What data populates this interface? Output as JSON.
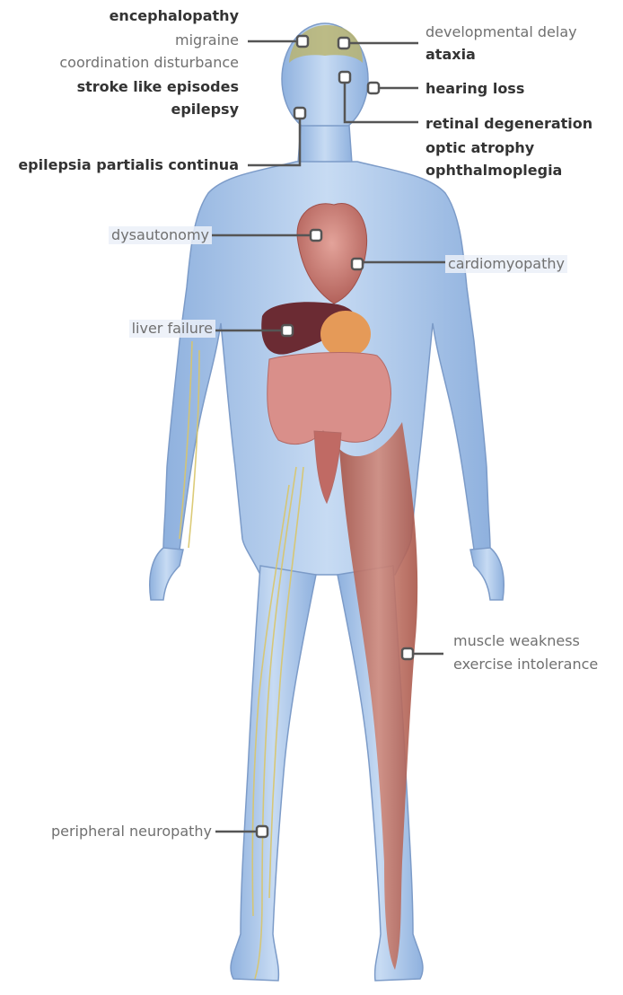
{
  "diagram": {
    "colors": {
      "body": "#a9c6ea",
      "body_edge": "#7c9bc8",
      "heart": "#c77a72",
      "liver": "#6b2b33",
      "stomach": "#e59a58",
      "intestines": "#d98f8a",
      "muscle": "#b8665a",
      "nerves": "#d9c66a",
      "brain": "#b9b36a",
      "callout": "#555555",
      "dark_label": "#333333",
      "grey_label": "#707070"
    },
    "labels": {
      "encephalopathy": "encephalopathy",
      "migraine": "migraine",
      "coordination": "coordination disturbance",
      "stroke": "stroke like episodes",
      "epilepsy": "epilepsy",
      "epc": "epilepsia partialis continua",
      "dev_delay": "developmental delay",
      "ataxia": "ataxia",
      "hearing": "hearing loss",
      "retinal": "retinal degeneration",
      "optic": "optic atrophy",
      "ophthalmo": "ophthalmoplegia",
      "dysautonomy": "dysautonomy",
      "cardio": "cardiomyopathy",
      "liver": "liver failure",
      "muscle_weakness": "muscle weakness",
      "exercise": "exercise intolerance",
      "neuropathy": "peripheral neuropathy"
    }
  }
}
